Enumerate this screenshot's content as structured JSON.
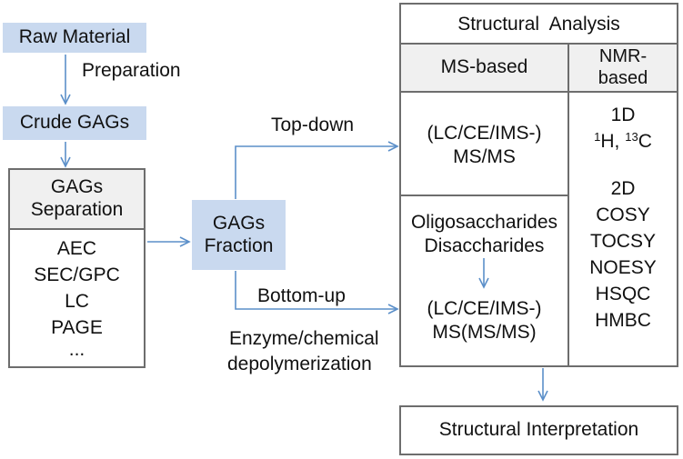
{
  "nodes": {
    "raw_material": "Raw Material",
    "crude_gags": "Crude GAGs",
    "gags_fraction_line1": "GAGs",
    "gags_fraction_line2": "Fraction",
    "structural_interpretation": "Structural Interpretation"
  },
  "separation": {
    "title_line1": "GAGs",
    "title_line2": "Separation",
    "methods": [
      "AEC",
      "SEC/GPC",
      "LC",
      "PAGE",
      "..."
    ]
  },
  "edges": {
    "preparation": "Preparation",
    "top_down": "Top-down",
    "bottom_up": "Bottom-up",
    "depoly_line1": "Enzyme/chemical",
    "depoly_line2": "depolymerization"
  },
  "analysis": {
    "title": "Structural  Analysis",
    "ms_header": "MS-based",
    "nmr_header_line1": "NMR-",
    "nmr_header_line2": "based",
    "ms_top_line1": "(LC/CE/IMS-)",
    "ms_top_line2": "MS/MS",
    "ms_bottom_line1": "Oligosaccharides",
    "ms_bottom_line2": "Disaccharides",
    "ms_bottom_line3": "(LC/CE/IMS-)",
    "ms_bottom_line4": "MS(MS/MS)",
    "nmr_1d": "1D",
    "nmr_h_sup": "1",
    "nmr_h": "H, ",
    "nmr_c_sup": "13",
    "nmr_c": "C",
    "nmr_2d": "2D",
    "nmr_2d_methods": [
      "COSY",
      "TOCSY",
      "NOESY",
      "HSQC",
      "HMBC"
    ]
  },
  "colors": {
    "node_fill": "#c9d9ef",
    "arrow": "#5b8fc9",
    "border": "#6d6d6d",
    "header_fill": "#f0f0f0"
  }
}
